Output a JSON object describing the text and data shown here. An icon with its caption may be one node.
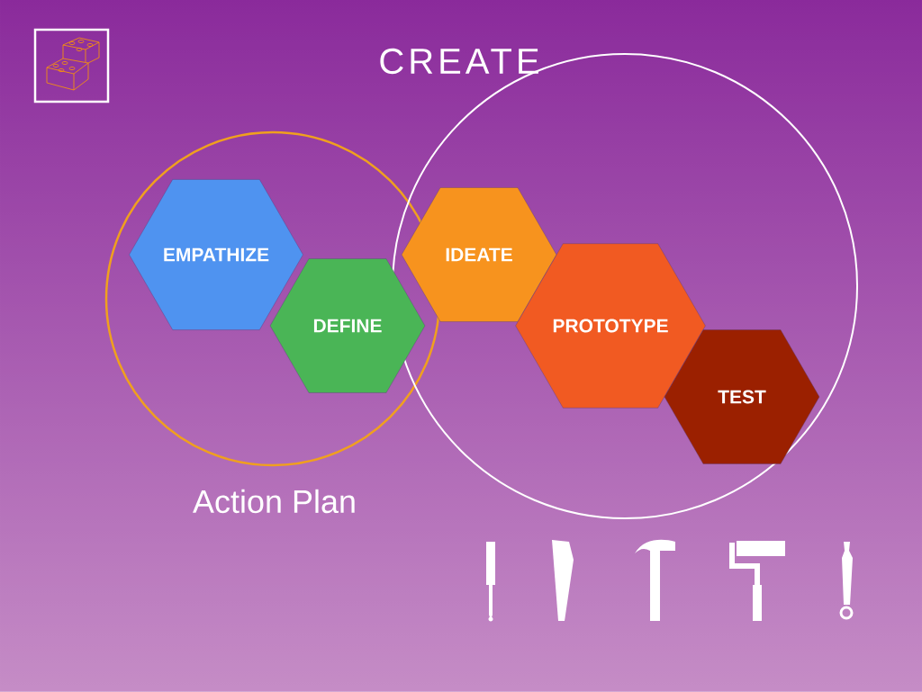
{
  "diagram": {
    "title": "CREATE",
    "nodes": [
      {
        "text": [
          "EMPATHIZE"
        ]
      },
      {
        "text": [
          "DEFINE"
        ]
      },
      {
        "text": [
          "IDEATE"
        ]
      },
      {
        "text": [
          "PROTOTYPE"
        ]
      },
      {
        "text": [
          "TEST"
        ]
      }
    ],
    "labels": [
      "Action Plan"
    ]
  }
}
